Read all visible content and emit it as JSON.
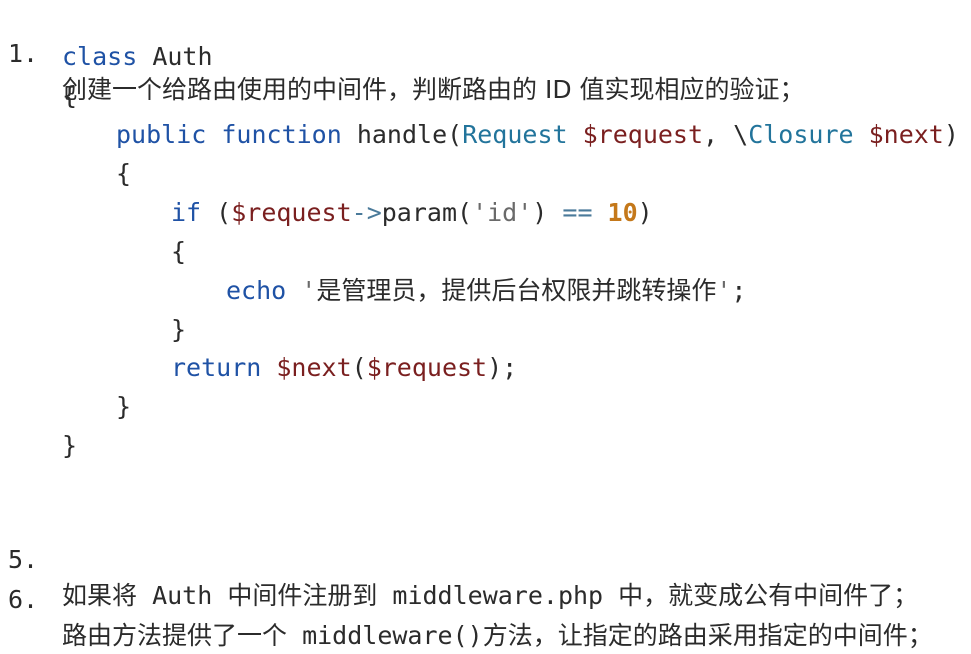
{
  "items": [
    {
      "num": "1.",
      "text": "创建一个给路由使用的中间件，判断路由的 ID 值实现相应的验证；"
    },
    {
      "num": "5.",
      "text_a": "如果将",
      "text_b": " Auth ",
      "text_c": "中间件注册到",
      "text_d": " middleware.php ",
      "text_e": "中，就变成公有中间件了；"
    },
    {
      "num": "6.",
      "text_a": "路由方法提供了一个",
      "text_b": " middleware()",
      "text_c": "方法，让指定的路由采用指定的中间件；"
    }
  ],
  "code": {
    "line1": {
      "kw": "class",
      "name": " Auth"
    },
    "line2": "{",
    "line3": {
      "kw1": "public",
      "kw2": " function",
      "fn": " handle(",
      "type1": "Request",
      "var1": " $request",
      "sep": ", \\",
      "type2": "Closure",
      "var2": " $next",
      "close": ")"
    },
    "line4": "{",
    "line5": {
      "kw": "if",
      "p1": " (",
      "var": "$request",
      "arrow": "->",
      "fn": "param(",
      "str": "'id'",
      "p2": ") ",
      "op": "==",
      "num": " 10",
      "p3": ")"
    },
    "line6": "{",
    "line7": {
      "kw": "echo",
      "q1": " '",
      "str": "是管理员，提供后台权限并跳转操作",
      "q2": "'",
      "end": ";"
    },
    "line8": "}",
    "line9": {
      "kw": "return",
      "var1": " $next",
      "p1": "(",
      "var2": "$request",
      "p2": ");"
    },
    "line10": "}",
    "line11": "}"
  }
}
